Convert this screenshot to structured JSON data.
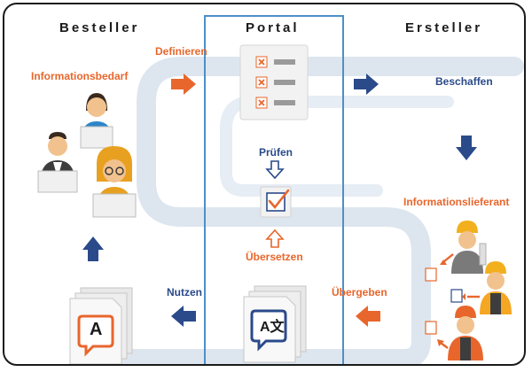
{
  "columns": {
    "besteller": "Besteller",
    "portal": "Portal",
    "ersteller": "Ersteller"
  },
  "steps": {
    "definieren": "Definieren",
    "informationsbedarf": "Informationsbedarf",
    "beschaffen": "Beschaffen",
    "pruefen": "Prüfen",
    "uebersetzen": "Übersetzen",
    "informationslieferant": "Informationslieferant",
    "nutzen": "Nutzen",
    "uebergeben": "Übergeben"
  },
  "doc_letter": "A",
  "colors": {
    "orange": "#e8662c",
    "navy": "#2a4a8a",
    "blue": "#4d8fc8",
    "path": "#dde6ef"
  }
}
